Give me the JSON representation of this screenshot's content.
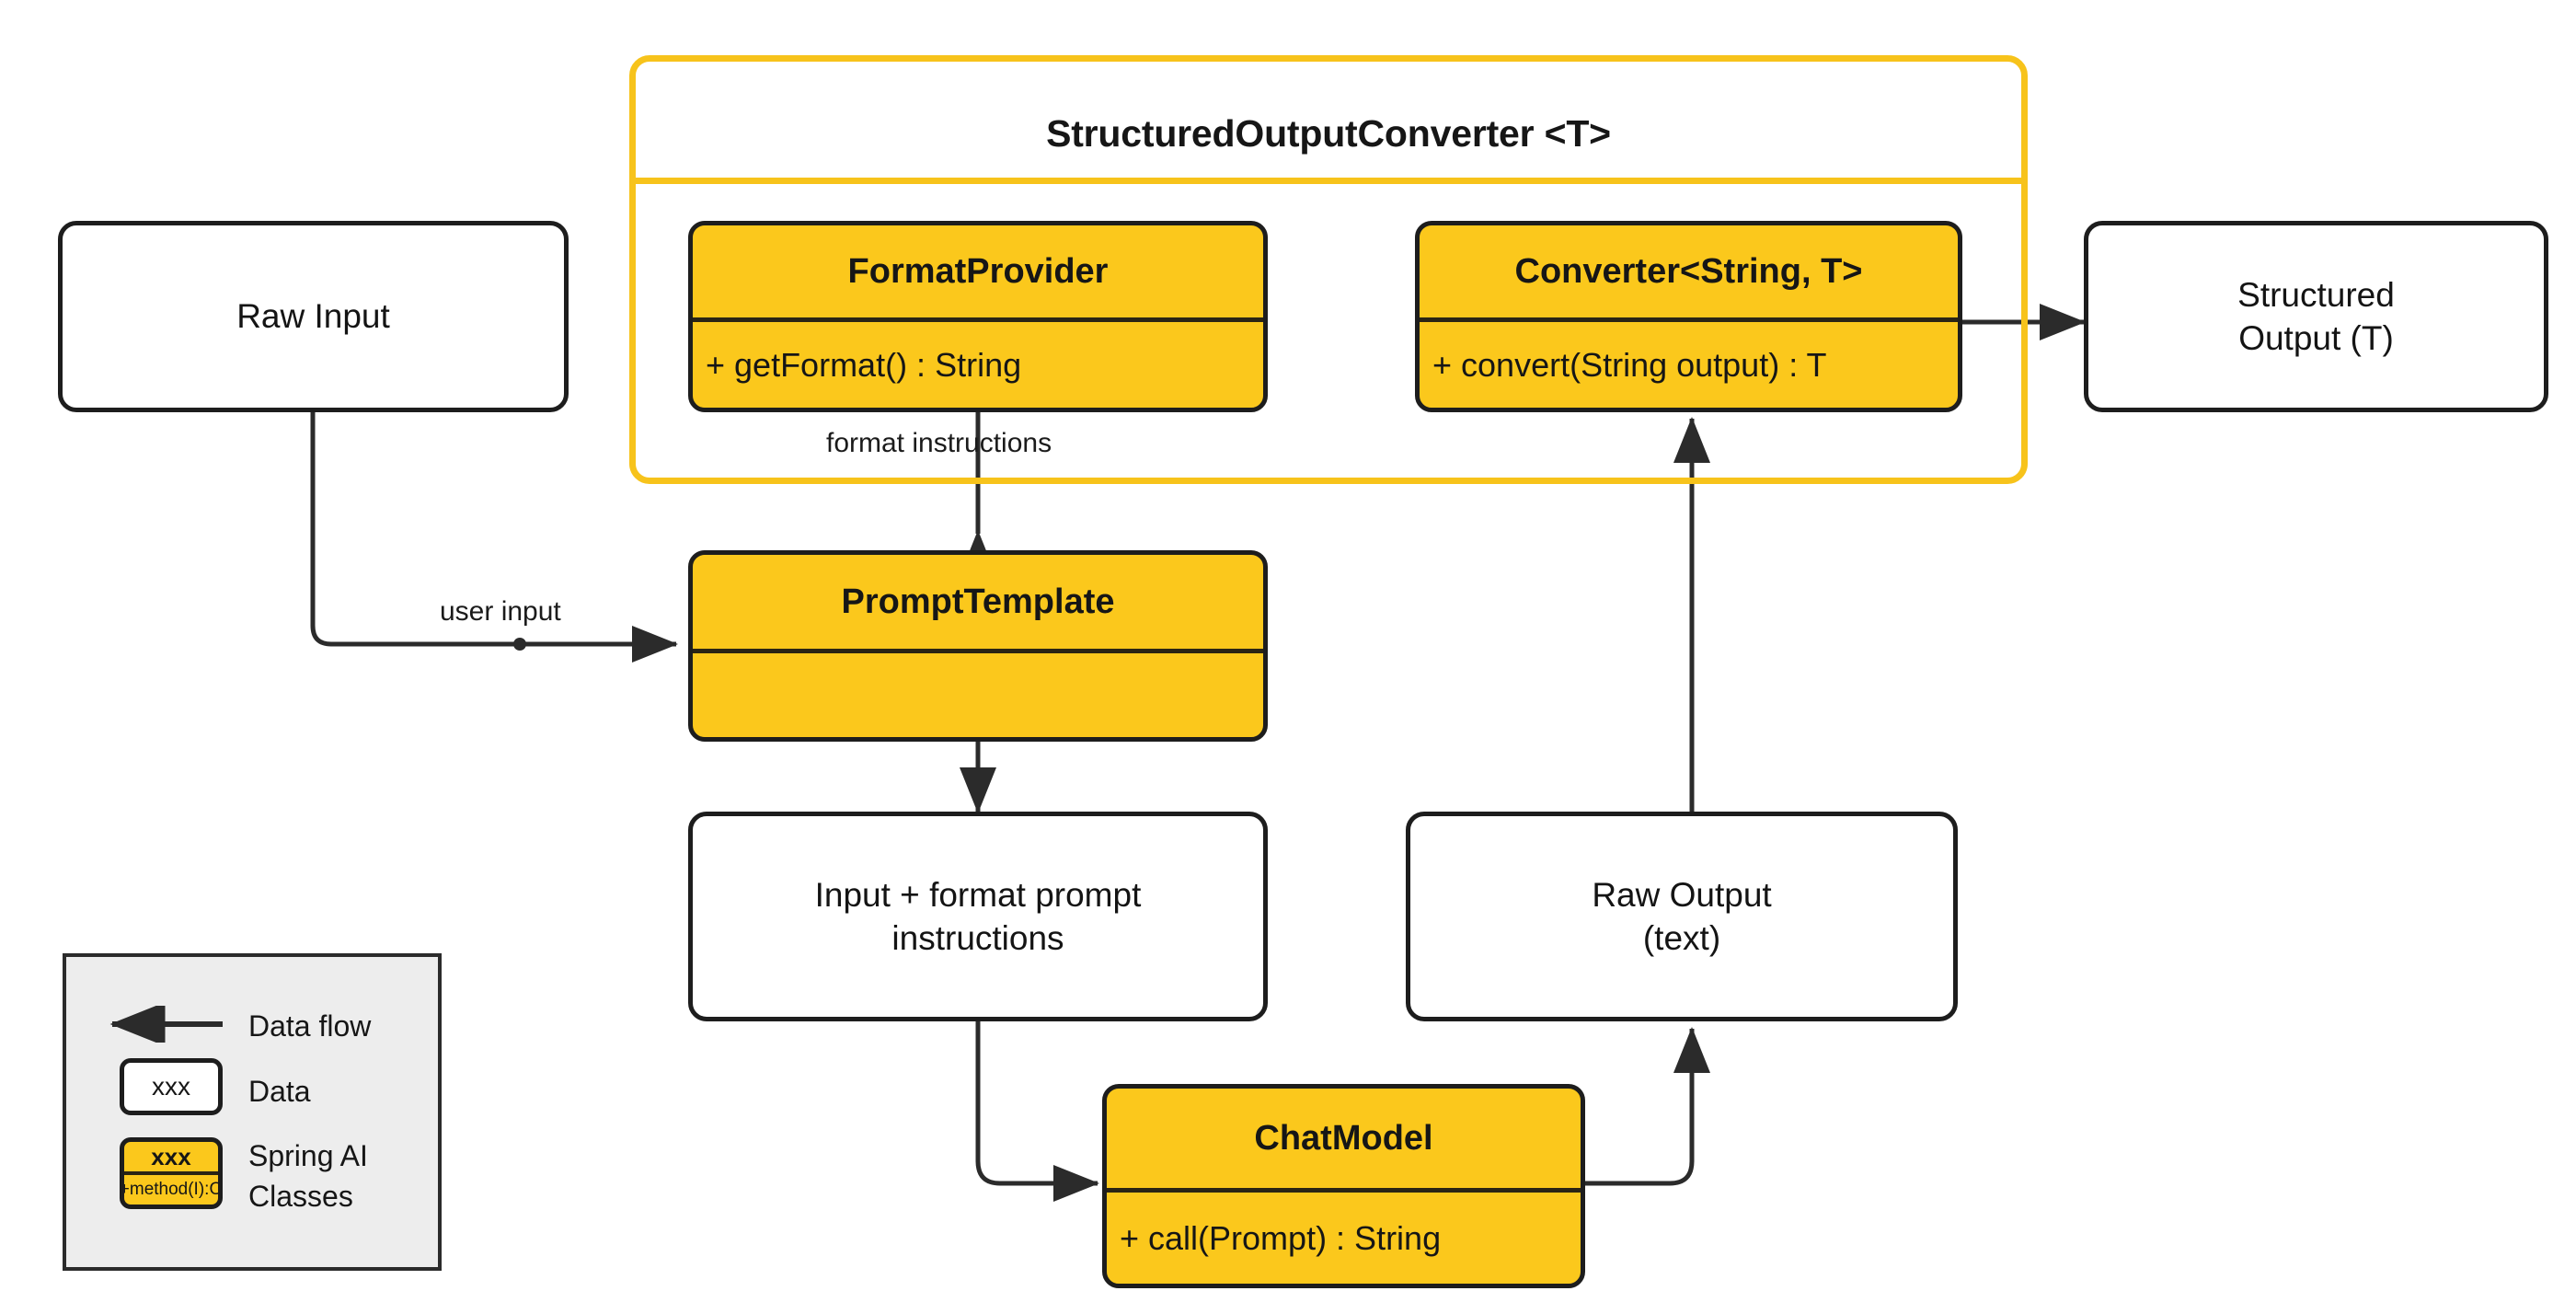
{
  "diagram": {
    "title_group": "StructuredOutputConverter <T>",
    "accent_yellow": "#F7C31B",
    "class_fill": "#FBC81C",
    "stroke": "#1d1d1d",
    "legend_bg": "#EDEDED"
  },
  "group": {
    "title": "StructuredOutputConverter <T>"
  },
  "classes": {
    "format_provider": {
      "name": "FormatProvider",
      "method": "+ getFormat() : String"
    },
    "converter": {
      "name": "Converter<String, T>",
      "method": "+ convert(String output) : T"
    },
    "prompt_template": {
      "name": "PromptTemplate",
      "method": ""
    },
    "chat_model": {
      "name": "ChatModel",
      "method": "+ call(Prompt) : String"
    }
  },
  "data_nodes": {
    "raw_input": "Raw Input",
    "structured_output": "Structured\nOutput (T)",
    "structured_output_line1": "Structured",
    "structured_output_line2": "Output (T)",
    "input_plus_format_line1": "Input + format prompt",
    "input_plus_format_line2": "instructions",
    "raw_output_line1": "Raw Output",
    "raw_output_line2": "(text)"
  },
  "edge_labels": {
    "format_instructions": "format instructions",
    "user_input": "user input"
  },
  "legend": {
    "data_flow_label": "Data flow",
    "data_label": "Data",
    "data_box_text": "xxx",
    "spring_ai_label_line1": "Spring AI",
    "spring_ai_label_line2": "Classes",
    "spring_box_name": "xxx",
    "spring_box_method": "+method(I):O"
  }
}
